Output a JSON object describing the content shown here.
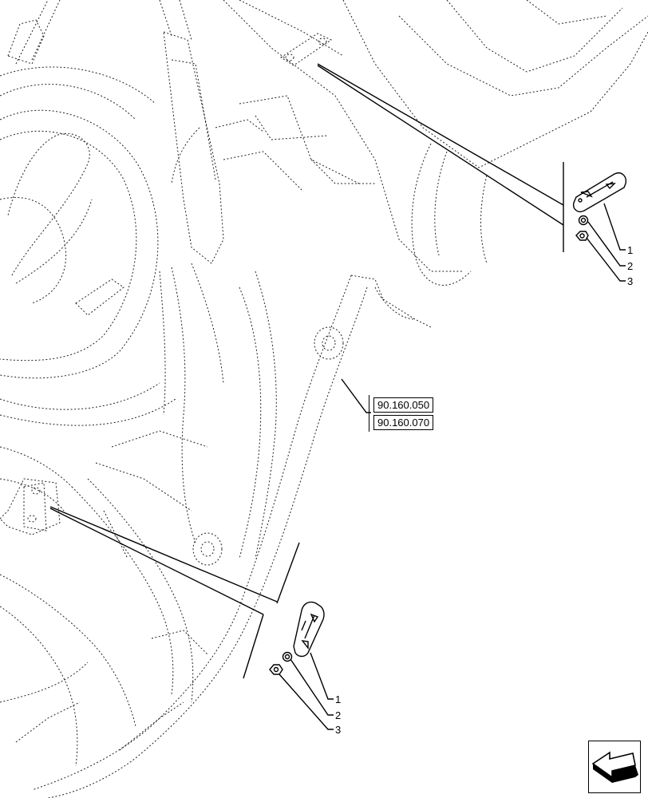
{
  "callouts": {
    "upper": {
      "item1": "1",
      "item2": "2",
      "item3": "3"
    },
    "lower": {
      "item1": "1",
      "item2": "2",
      "item3": "3"
    }
  },
  "references": [
    {
      "code": "90.160.050"
    },
    {
      "code": "90.160.070"
    }
  ],
  "navigation": {
    "icon": "previous-page-arrow-icon"
  }
}
